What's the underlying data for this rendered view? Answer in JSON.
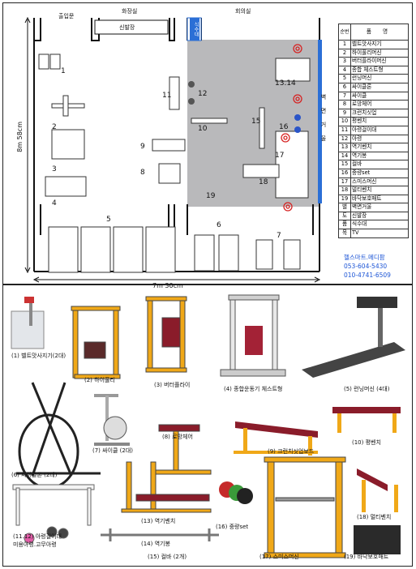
{
  "floor": {
    "labels": {
      "entrance": "출입문",
      "restroom": "화장실",
      "meeting_room": "회의실",
      "shoe_rack": "신발장",
      "water_dispenser": "식수대",
      "mirror_wall": "벽면거울",
      "height_dimension": "8m 58cm",
      "width_dimension": "7m 30cm"
    },
    "numbers": [
      "1",
      "2",
      "3",
      "4",
      "5",
      "6",
      "7",
      "8",
      "9",
      "10",
      "11",
      "12",
      "13.14",
      "15",
      "16",
      "17",
      "18",
      "19"
    ],
    "colors": {
      "gym_zone": "#b9b9bb",
      "mirror": "#2b6fd6",
      "target": "#d62222"
    }
  },
  "legend": {
    "header_no": "순번",
    "header_item": "품 명",
    "rows": [
      {
        "no": "1",
        "name": "벨트맛사지기"
      },
      {
        "no": "2",
        "name": "하이풀리머신"
      },
      {
        "no": "3",
        "name": "버터플라이머신"
      },
      {
        "no": "4",
        "name": "종합 체스트형"
      },
      {
        "no": "5",
        "name": "런닝머신"
      },
      {
        "no": "6",
        "name": "싸이클론"
      },
      {
        "no": "7",
        "name": "싸이클"
      },
      {
        "no": "8",
        "name": "로망체어"
      },
      {
        "no": "9",
        "name": "크런치싯업"
      },
      {
        "no": "10",
        "name": "평벤치"
      },
      {
        "no": "11",
        "name": "아령걸이대"
      },
      {
        "no": "12",
        "name": "아령"
      },
      {
        "no": "13",
        "name": "역기벤치"
      },
      {
        "no": "14",
        "name": "역기봉"
      },
      {
        "no": "15",
        "name": "컬바"
      },
      {
        "no": "16",
        "name": "중량set"
      },
      {
        "no": "17",
        "name": "스미스머신"
      },
      {
        "no": "18",
        "name": "멀티벤치"
      },
      {
        "no": "19",
        "name": "바닥보호매트"
      },
      {
        "no": "별",
        "name": "벽면거울"
      },
      {
        "no": "도",
        "name": "신발장"
      },
      {
        "no": "품",
        "name": "식수대"
      },
      {
        "no": "목",
        "name": "TV"
      }
    ]
  },
  "contact": {
    "company": "헬스마트.메디팜",
    "phone1": "053-604-5430",
    "phone2": "010-4741-6509"
  },
  "catalog": {
    "c1": "(1) 벨트맛사지기(2대)",
    "c2": "(2) 하이풀리",
    "c3": "(3) 버터플라이",
    "c4": "(4) 종합운동기 체스트형",
    "c5": "(5) 런닝머신 (4대)",
    "c6": "(6) 싸이클론 (2대)",
    "c7": "(7) 싸이클 (2대)",
    "c8": "(8) 로망체어",
    "c9": "(9) 크런치싯업보드",
    "c10": "(10) 평벤치",
    "c11a": "(11.12) 아령걸이대",
    "c11b": "미용아령.고무아령",
    "c13": "(13) 역기벤치",
    "c14": "(14) 역기봉",
    "c15": "(15) 컬바 (2개)",
    "c16": "(16) 중량set",
    "c17": "(17) 스미스머신",
    "c18": "(18) 멀티벤치",
    "c19": "(19) 바닥보호매트"
  }
}
